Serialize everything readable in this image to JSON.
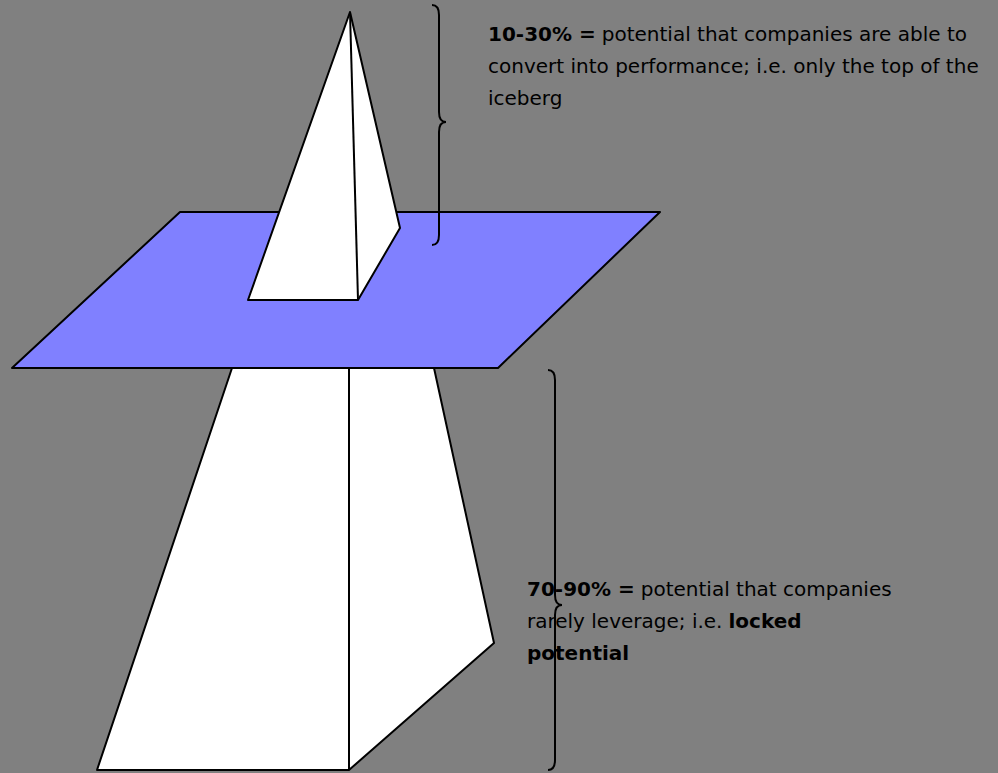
{
  "diagram": {
    "labels": [
      "10-30% =",
      "potential that companies are able to convert into performance; i.e. only the top of the iceberg",
      "70-90% =",
      "potential that companies rarely leverage; i.e.",
      "locked potential"
    ]
  }
}
